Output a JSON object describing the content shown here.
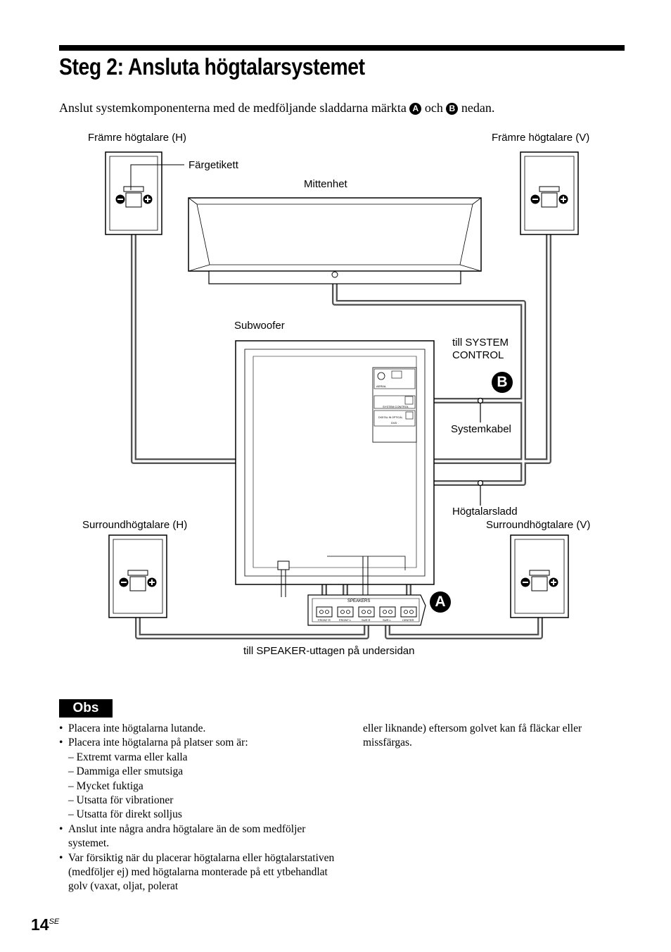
{
  "title": "Steg 2: Ansluta högtalarsystemet",
  "intro": {
    "before": "Anslut systemkomponenterna med de medföljande sladdarna märkta",
    "mark_a": "A",
    "middle": "och",
    "mark_b": "B",
    "after": "nedan."
  },
  "diagram": {
    "front_left": "Främre högtalare (H)",
    "front_right": "Främre högtalare (V)",
    "color_label": "Färgetikett",
    "center_unit": "Mittenhet",
    "subwoofer": "Subwoofer",
    "to_system_control_1": "till SYSTEM",
    "to_system_control_2": "CONTROL",
    "system_cable": "Systemkabel",
    "speaker_cord": "Högtalarsladd",
    "surround_left": "Surroundhögtalare (H)",
    "surround_right": "Surroundhögtalare (V)",
    "to_speaker_jacks": "till SPEAKER-uttagen på undersidan",
    "badge_a": "A",
    "badge_b": "B",
    "panel_speakers": "SPEAKERS",
    "jack_labels": [
      "FRONT R",
      "FRONT L",
      "SUR R",
      "SUR L",
      "CENTER"
    ],
    "panel_aerial": "AERIAL",
    "panel_system_control": "SYSTEM CONTROL",
    "panel_digital_in": "DIGITAL IN OPTICAL",
    "panel_dvd": "DVD"
  },
  "notes": {
    "heading": "Obs",
    "bullet": "•",
    "col1": [
      {
        "type": "bullet",
        "text": "Placera inte högtalarna lutande."
      },
      {
        "type": "bullet",
        "text": "Placera inte högtalarna på platser som är:"
      },
      {
        "type": "dash",
        "text": "– Extremt varma eller kalla"
      },
      {
        "type": "dash",
        "text": "– Dammiga eller smutsiga"
      },
      {
        "type": "dash",
        "text": "– Mycket fuktiga"
      },
      {
        "type": "dash",
        "text": "– Utsatta för vibrationer"
      },
      {
        "type": "dash",
        "text": "– Utsatta för direkt solljus"
      },
      {
        "type": "bullet",
        "text": "Anslut inte några andra högtalare än de som medföljer systemet."
      },
      {
        "type": "bullet",
        "text": "Var försiktig när du placerar högtalarna eller högtalarstativen (medföljer ej) med högtalarna monterade på ett ytbehandlat golv (vaxat, oljat, polerat"
      }
    ],
    "col2": "eller liknande) eftersom golvet kan få fläckar eller missfärgas."
  },
  "page_number": "14",
  "page_suffix": "SE"
}
